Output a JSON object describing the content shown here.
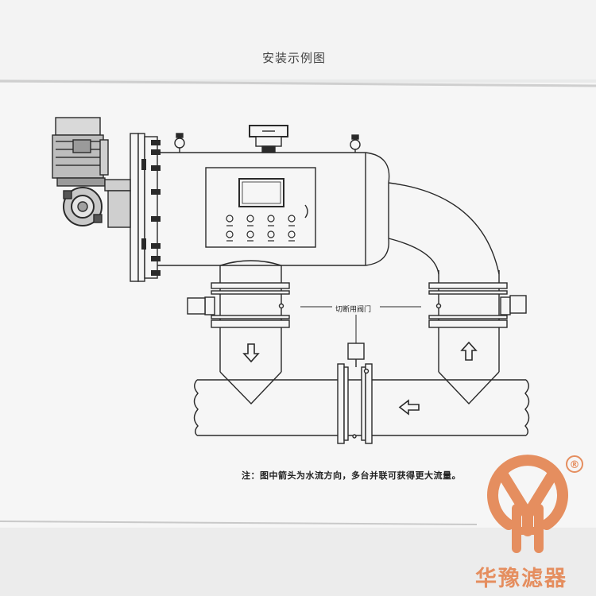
{
  "page": {
    "title": "安装示例图",
    "valve_label": "切断用阀门",
    "note": "注：图中箭头为水流方向，多台并联可获得更大流量。"
  },
  "brand": {
    "name": "华豫滤器",
    "registered_mark": "®",
    "color": "#e58e5f"
  },
  "icons": [
    "down-arrow-icon",
    "up-arrow-icon",
    "left-arrow-icon",
    "registered-trademark-icon"
  ]
}
